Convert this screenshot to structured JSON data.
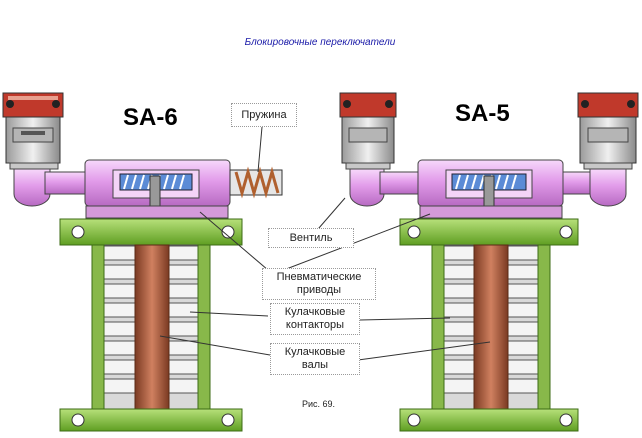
{
  "title": "Блокировочные переключатели",
  "units": [
    {
      "label": "SA-6"
    },
    {
      "label": "SA-5"
    }
  ],
  "callouts": {
    "spring": "Пружина",
    "valve": "Вентиль",
    "pneumatic_drives": [
      "Пневматические",
      "приводы"
    ],
    "cam_contactors": [
      "Кулачковые",
      "контакторы"
    ],
    "cam_shafts": [
      "Кулачковые",
      "валы"
    ]
  },
  "figure_caption": "Рис. 69.",
  "colors": {
    "cylinder": "#e8a8ee",
    "frame": "#8cc63f",
    "shaft": "#b06040",
    "valve_head": "#c0392b",
    "valve_body": "#d9d9d9",
    "title": "#1a1aa8"
  },
  "icons": [
    "valve-icon",
    "spring-icon",
    "piston-icon",
    "mounting-hole-icon"
  ]
}
